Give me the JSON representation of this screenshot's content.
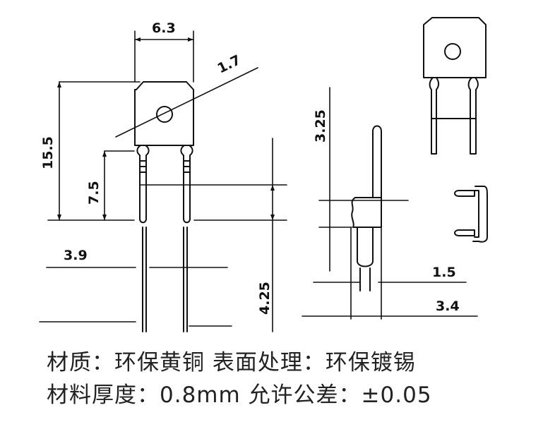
{
  "dimensions": {
    "width_top": "6.3",
    "hole_dia": "1.7",
    "overall_height": "15.5",
    "leg_height": "7.5",
    "pin_spacing": "3.9",
    "pin_length": "4.25",
    "side_length": "3.25",
    "side_small": "1.5",
    "side_big": "3.4"
  },
  "specs": {
    "line1": "材质：环保黄铜  表面处理：环保镀锡",
    "line2": "材料厚度：0.8mm  允许公差：±0.05"
  }
}
